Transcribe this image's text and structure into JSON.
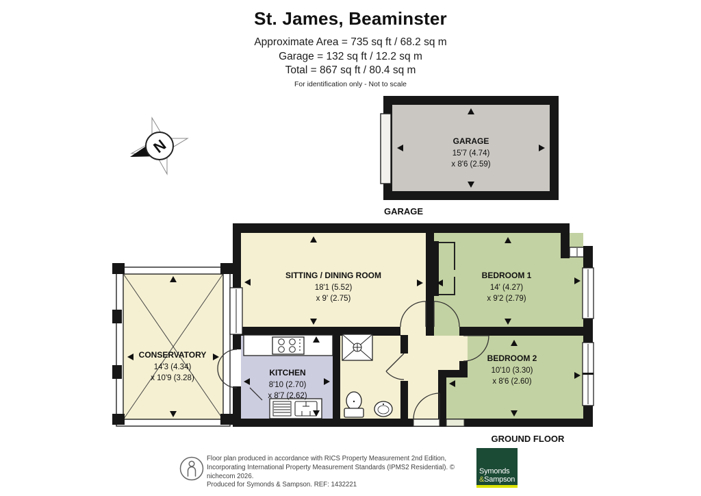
{
  "header": {
    "title": "St. James, Beaminster",
    "area_line": "Approximate Area = 735 sq ft / 68.2 sq m",
    "garage_line": "Garage = 132 sq ft / 12.2 sq m",
    "total_line": "Total = 867 sq ft / 80.4 sq m",
    "note": "For identification only - Not to scale"
  },
  "compass": {
    "north_label": "N"
  },
  "rooms": {
    "garage": {
      "name": "GARAGE",
      "dim1": "15'7 (4.74)",
      "dim2": "x 8'6 (2.59)"
    },
    "sitting_dining": {
      "name": "SITTING / DINING  ROOM",
      "dim1": "18'1 (5.52)",
      "dim2": "x 9' (2.75)"
    },
    "conservatory": {
      "name": "CONSERVATORY",
      "dim1": "14'3 (4.34)",
      "dim2": "x 10'9 (3.28)"
    },
    "kitchen": {
      "name": "KITCHEN",
      "dim1": "8'10 (2.70)",
      "dim2": "x 8'7 (2.62)"
    },
    "bedroom1": {
      "name": "BEDROOM 1",
      "dim1": "14' (4.27)",
      "dim2": "x 9'2 (2.79)"
    },
    "bedroom2": {
      "name": "BEDROOM 2",
      "dim1": "10'10 (3.30)",
      "dim2": "x 8'6 (2.60)"
    }
  },
  "floor_labels": {
    "garage": "GARAGE",
    "ground": "GROUND FLOOR"
  },
  "footer": {
    "line1": "Floor plan produced in accordance with RICS Property Measurement 2nd Edition,",
    "line2": "Incorporating International Property Measurement Standards (IPMS2 Residential).   © nichecom 2026.",
    "line3": "Produced for Symonds & Sampson.   REF:  1432221",
    "logo_line1": "Symonds",
    "logo_amp": "&",
    "logo_name2": "Sampson"
  },
  "colors": {
    "cream": "#f5f0d2",
    "green": "#c3d2a2",
    "lavender": "#cdcde0",
    "garage-gray": "#cac7c2",
    "wall": "#171717",
    "logo-green": "#1b4a35",
    "logo-yellow": "#dde300",
    "footer-gray": "#3f3f3f"
  }
}
